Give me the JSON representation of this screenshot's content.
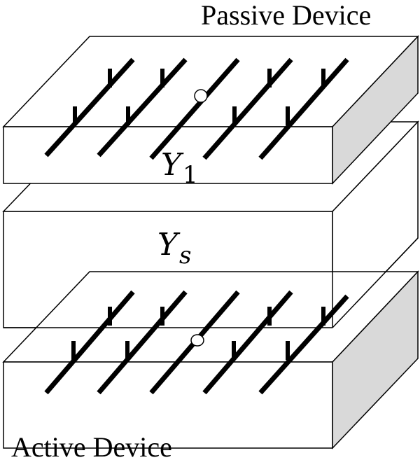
{
  "labels": {
    "passive_device": "Passive Device",
    "active_device": "Active Device",
    "y1_main": "Y",
    "y1_sub": "1",
    "ys_main": "Y",
    "ys_sub": "s"
  },
  "colors": {
    "stroke": "#000000",
    "face_front": "#ffffff",
    "face_top": "#ffffff",
    "face_side": "#d9d9d9",
    "marker_fill": "#ffffff"
  },
  "icons": {
    "dislocation_marker": "tee-mark",
    "interface_point": "circle-dot"
  }
}
